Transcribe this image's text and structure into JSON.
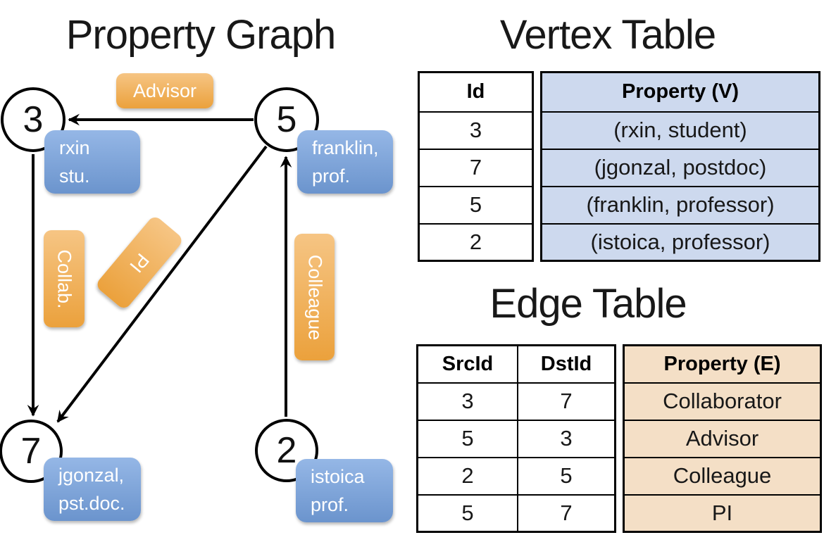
{
  "titles": {
    "graph": "Property Graph",
    "vertex_table": "Vertex Table",
    "edge_table": "Edge Table"
  },
  "colors": {
    "orange-top": "#f6c584",
    "orange-bottom": "#eba13c",
    "blue-top": "#95b7e6",
    "blue-bottom": "#6b94cd",
    "vertex-property-fill": "#cdd9ee",
    "edge-property-fill": "#f4dfc6",
    "table-border": "#000000",
    "edge-line": "#000000"
  },
  "graph": {
    "nodes": [
      {
        "id": "3",
        "property_line1": "rxin",
        "property_line2": "stu."
      },
      {
        "id": "5",
        "property_line1": "franklin,",
        "property_line2": "prof."
      },
      {
        "id": "7",
        "property_line1": "jgonzal,",
        "property_line2": "pst.doc."
      },
      {
        "id": "2",
        "property_line1": "istoica",
        "property_line2": "prof."
      }
    ],
    "edge_labels": {
      "advisor": "Advisor",
      "collab": "Collab.",
      "pi": "PI",
      "colleague": "Colleague"
    }
  },
  "vertex_table": {
    "headers": {
      "id": "Id",
      "property": "Property (V)"
    },
    "rows": [
      {
        "id": "3",
        "property": "(rxin, student)"
      },
      {
        "id": "7",
        "property": "(jgonzal, postdoc)"
      },
      {
        "id": "5",
        "property": "(franklin, professor)"
      },
      {
        "id": "2",
        "property": "(istoica, professor)"
      }
    ]
  },
  "edge_table": {
    "headers": {
      "src": "SrcId",
      "dst": "DstId",
      "property": "Property (E)"
    },
    "rows": [
      {
        "src": "3",
        "dst": "7",
        "property": "Collaborator"
      },
      {
        "src": "5",
        "dst": "3",
        "property": "Advisor"
      },
      {
        "src": "2",
        "dst": "5",
        "property": "Colleague"
      },
      {
        "src": "5",
        "dst": "7",
        "property": "PI"
      }
    ]
  }
}
